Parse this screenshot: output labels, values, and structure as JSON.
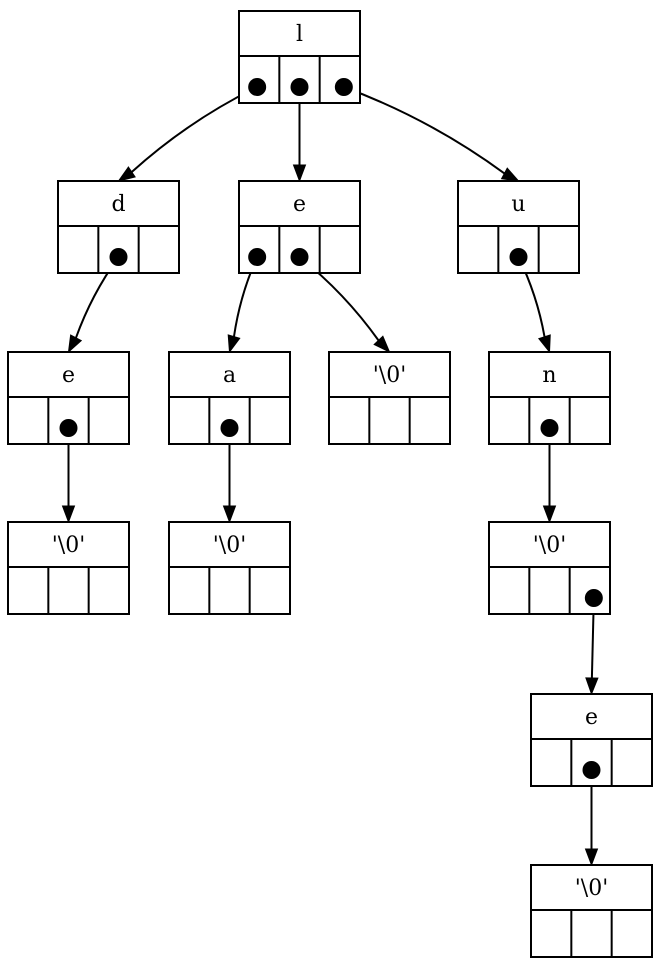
{
  "diagram": {
    "title": "",
    "nodes": [
      {
        "id": "n0",
        "label": "l"
      },
      {
        "id": "n1",
        "label": "d"
      },
      {
        "id": "n2",
        "label": "e"
      },
      {
        "id": "n3",
        "label": "u"
      },
      {
        "id": "n4",
        "label": "e"
      },
      {
        "id": "n5",
        "label": "a"
      },
      {
        "id": "n6",
        "label": "'\\0'"
      },
      {
        "id": "n7",
        "label": "n"
      },
      {
        "id": "n8",
        "label": "'\\0'"
      },
      {
        "id": "n9",
        "label": "'\\0'"
      },
      {
        "id": "n10",
        "label": "'\\0'"
      },
      {
        "id": "n11",
        "label": "e"
      },
      {
        "id": "n12",
        "label": "'\\0'"
      }
    ],
    "edges": [
      {
        "from": "n0",
        "slot": "lo",
        "to": "n1"
      },
      {
        "from": "n0",
        "slot": "eq",
        "to": "n2"
      },
      {
        "from": "n0",
        "slot": "hi",
        "to": "n3"
      },
      {
        "from": "n1",
        "slot": "eq",
        "to": "n4"
      },
      {
        "from": "n2",
        "slot": "lo",
        "to": "n5"
      },
      {
        "from": "n2",
        "slot": "eq",
        "to": "n6"
      },
      {
        "from": "n3",
        "slot": "eq",
        "to": "n7"
      },
      {
        "from": "n4",
        "slot": "eq",
        "to": "n8"
      },
      {
        "from": "n5",
        "slot": "eq",
        "to": "n9"
      },
      {
        "from": "n7",
        "slot": "eq",
        "to": "n10"
      },
      {
        "from": "n10",
        "slot": "hi",
        "to": "n11"
      },
      {
        "from": "n11",
        "slot": "eq",
        "to": "n12"
      }
    ]
  }
}
